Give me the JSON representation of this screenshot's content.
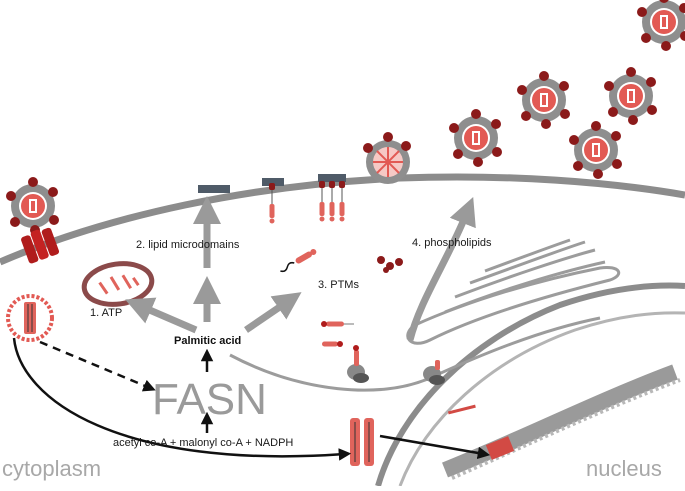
{
  "labels": {
    "atp": "1. ATP",
    "lipid_microdomains": "2. lipid microdomains",
    "ptms": "3. PTMs",
    "phospholipids": "4. phospholipids",
    "palmitic_acid": "Palmitic acid",
    "fasn": "FASN",
    "substrates": "acetyl co-A + malonyl co-A + NADPH",
    "cytoplasm": "cytoplasm",
    "nucleus": "nucleus"
  },
  "colors": {
    "membrane": "#8c8c8c",
    "arrow_gray": "#9a9a9a",
    "protein_red": "#e0645c",
    "dark_red": "#8b1a1a",
    "virion_gray": "#8e8e8e",
    "text": "#1a1a1a",
    "region_text": "#a8a8a8"
  }
}
